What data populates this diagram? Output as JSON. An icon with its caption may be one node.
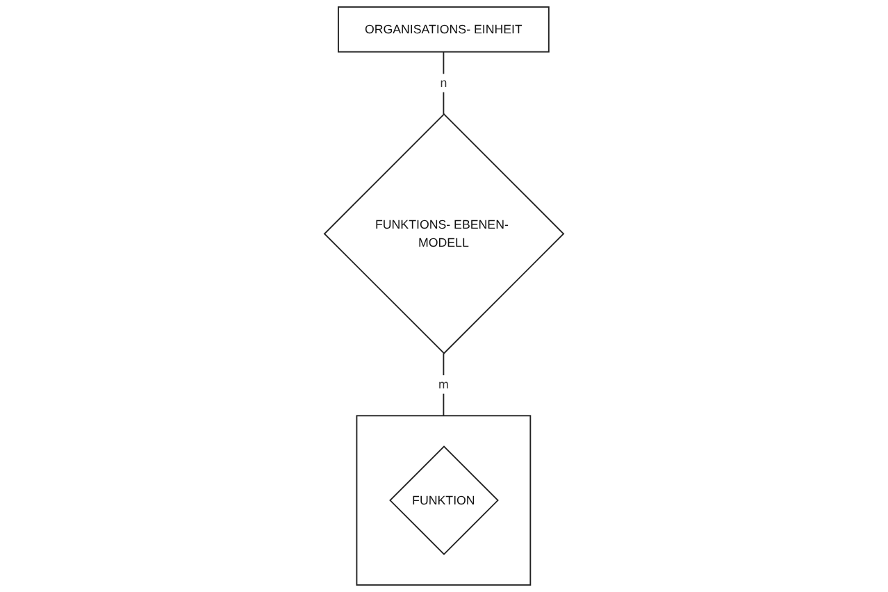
{
  "diagram": {
    "nodes": [
      {
        "text": [
          "ORGANISATIONS- EINHEIT"
        ]
      },
      {
        "text": [
          "FUNKTIONS- EBENEN- MODELL"
        ]
      },
      {
        "text": [],
        "shape": "box"
      },
      {
        "text": [
          "FUNKTION"
        ],
        "in": 2
      }
    ],
    "edges": [
      {
        "from": 0,
        "to": 1,
        "arrow": "none",
        "label": "n"
      },
      {
        "from": 1,
        "to": 2,
        "arrow": "none",
        "label": "m"
      }
    ]
  }
}
